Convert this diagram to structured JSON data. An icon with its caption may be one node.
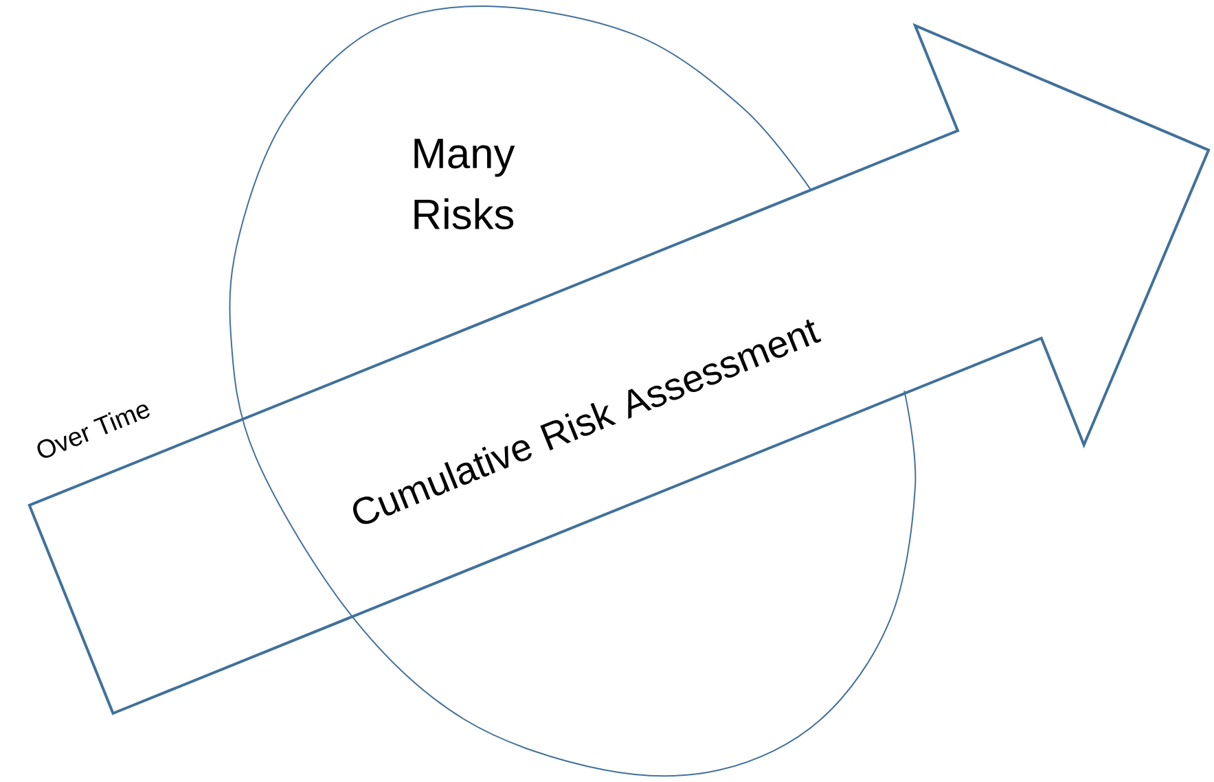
{
  "diagram": {
    "nodes": [
      {
        "text": [
          "Many Risks"
        ]
      },
      {
        "text": [
          "Cumulative Risk Assessment"
        ],
        "beside": [
          "Over Time"
        ]
      }
    ]
  }
}
